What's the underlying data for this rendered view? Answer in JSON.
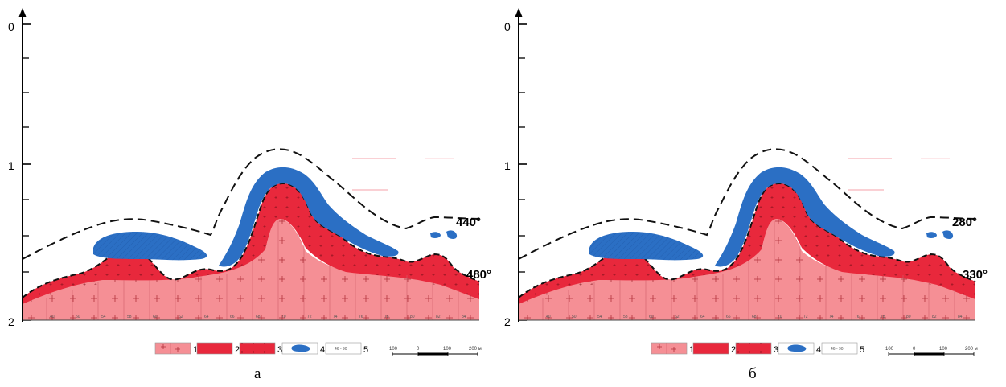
{
  "panels": [
    {
      "id": "a",
      "caption": "а",
      "axis": {
        "ticks": [
          "0",
          "1",
          "2"
        ]
      },
      "isotherms": {
        "upper": "440°",
        "lower": "480°"
      },
      "legend": {
        "items": [
          "1",
          "2",
          "3",
          "4",
          "5"
        ],
        "box5_text": "46 - 90"
      },
      "scale": {
        "labels": [
          "100",
          "0",
          "100",
          "200 м"
        ]
      }
    },
    {
      "id": "b",
      "caption": "б",
      "axis": {
        "ticks": [
          "0",
          "1",
          "2"
        ]
      },
      "isotherms": {
        "upper": "280°",
        "lower": "330°"
      },
      "legend": {
        "items": [
          "1",
          "2",
          "3",
          "4",
          "5"
        ],
        "box5_text": "46 - 90"
      },
      "scale": {
        "labels": [
          "100",
          "0",
          "100",
          "200 м"
        ]
      }
    }
  ],
  "colors": {
    "granite_core": "#f58f95",
    "granite_rim": "#e8283c",
    "blue_body": "#2b6fc4",
    "background": "#ffffff"
  }
}
